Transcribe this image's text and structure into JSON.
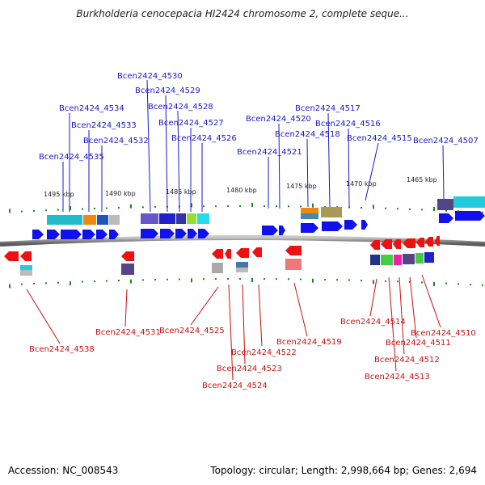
{
  "title": "Burkholderia cenocepacia HI2424 chromosome 2, complete seque...",
  "footer": {
    "accession": "Accession: NC_008543",
    "info": "Topology: circular; Length: 2,998,664 bp; Genes: 2,694"
  },
  "colors": {
    "forward_gene": "#1111ee",
    "reverse_gene": "#ee1111",
    "forward_label": "#1a1acc",
    "reverse_label": "#cc1111",
    "backbone": "#888888",
    "tick": "#1c8a1c"
  },
  "scale_labels": [
    "1495 kbp",
    "1490 kbp",
    "1485 kbp",
    "1480 kbp",
    "1475 kbp",
    "1470 kbp",
    "1465 kbp"
  ],
  "forward_genes": [
    "Bcen2424_4530",
    "Bcen2424_4529",
    "Bcen2424_4534",
    "Bcen2424_4528",
    "Bcen2424_4533",
    "Bcen2424_4527",
    "Bcen2424_4532",
    "Bcen2424_4526",
    "Bcen2424_4535",
    "Bcen2424_4517",
    "Bcen2424_4520",
    "Bcen2424_4516",
    "Bcen2424_4518",
    "Bcen2424_4515",
    "Bcen2424_4507",
    "Bcen2424_4521"
  ],
  "reverse_genes": [
    "Bcen2424_4538",
    "Bcen2424_4531",
    "Bcen2424_4525",
    "Bcen2424_4522",
    "Bcen2424_4523",
    "Bcen2424_4524",
    "Bcen2424_4519",
    "Bcen2424_4514",
    "Bcen2424_4510",
    "Bcen2424_4511",
    "Bcen2424_4512",
    "Bcen2424_4513"
  ]
}
